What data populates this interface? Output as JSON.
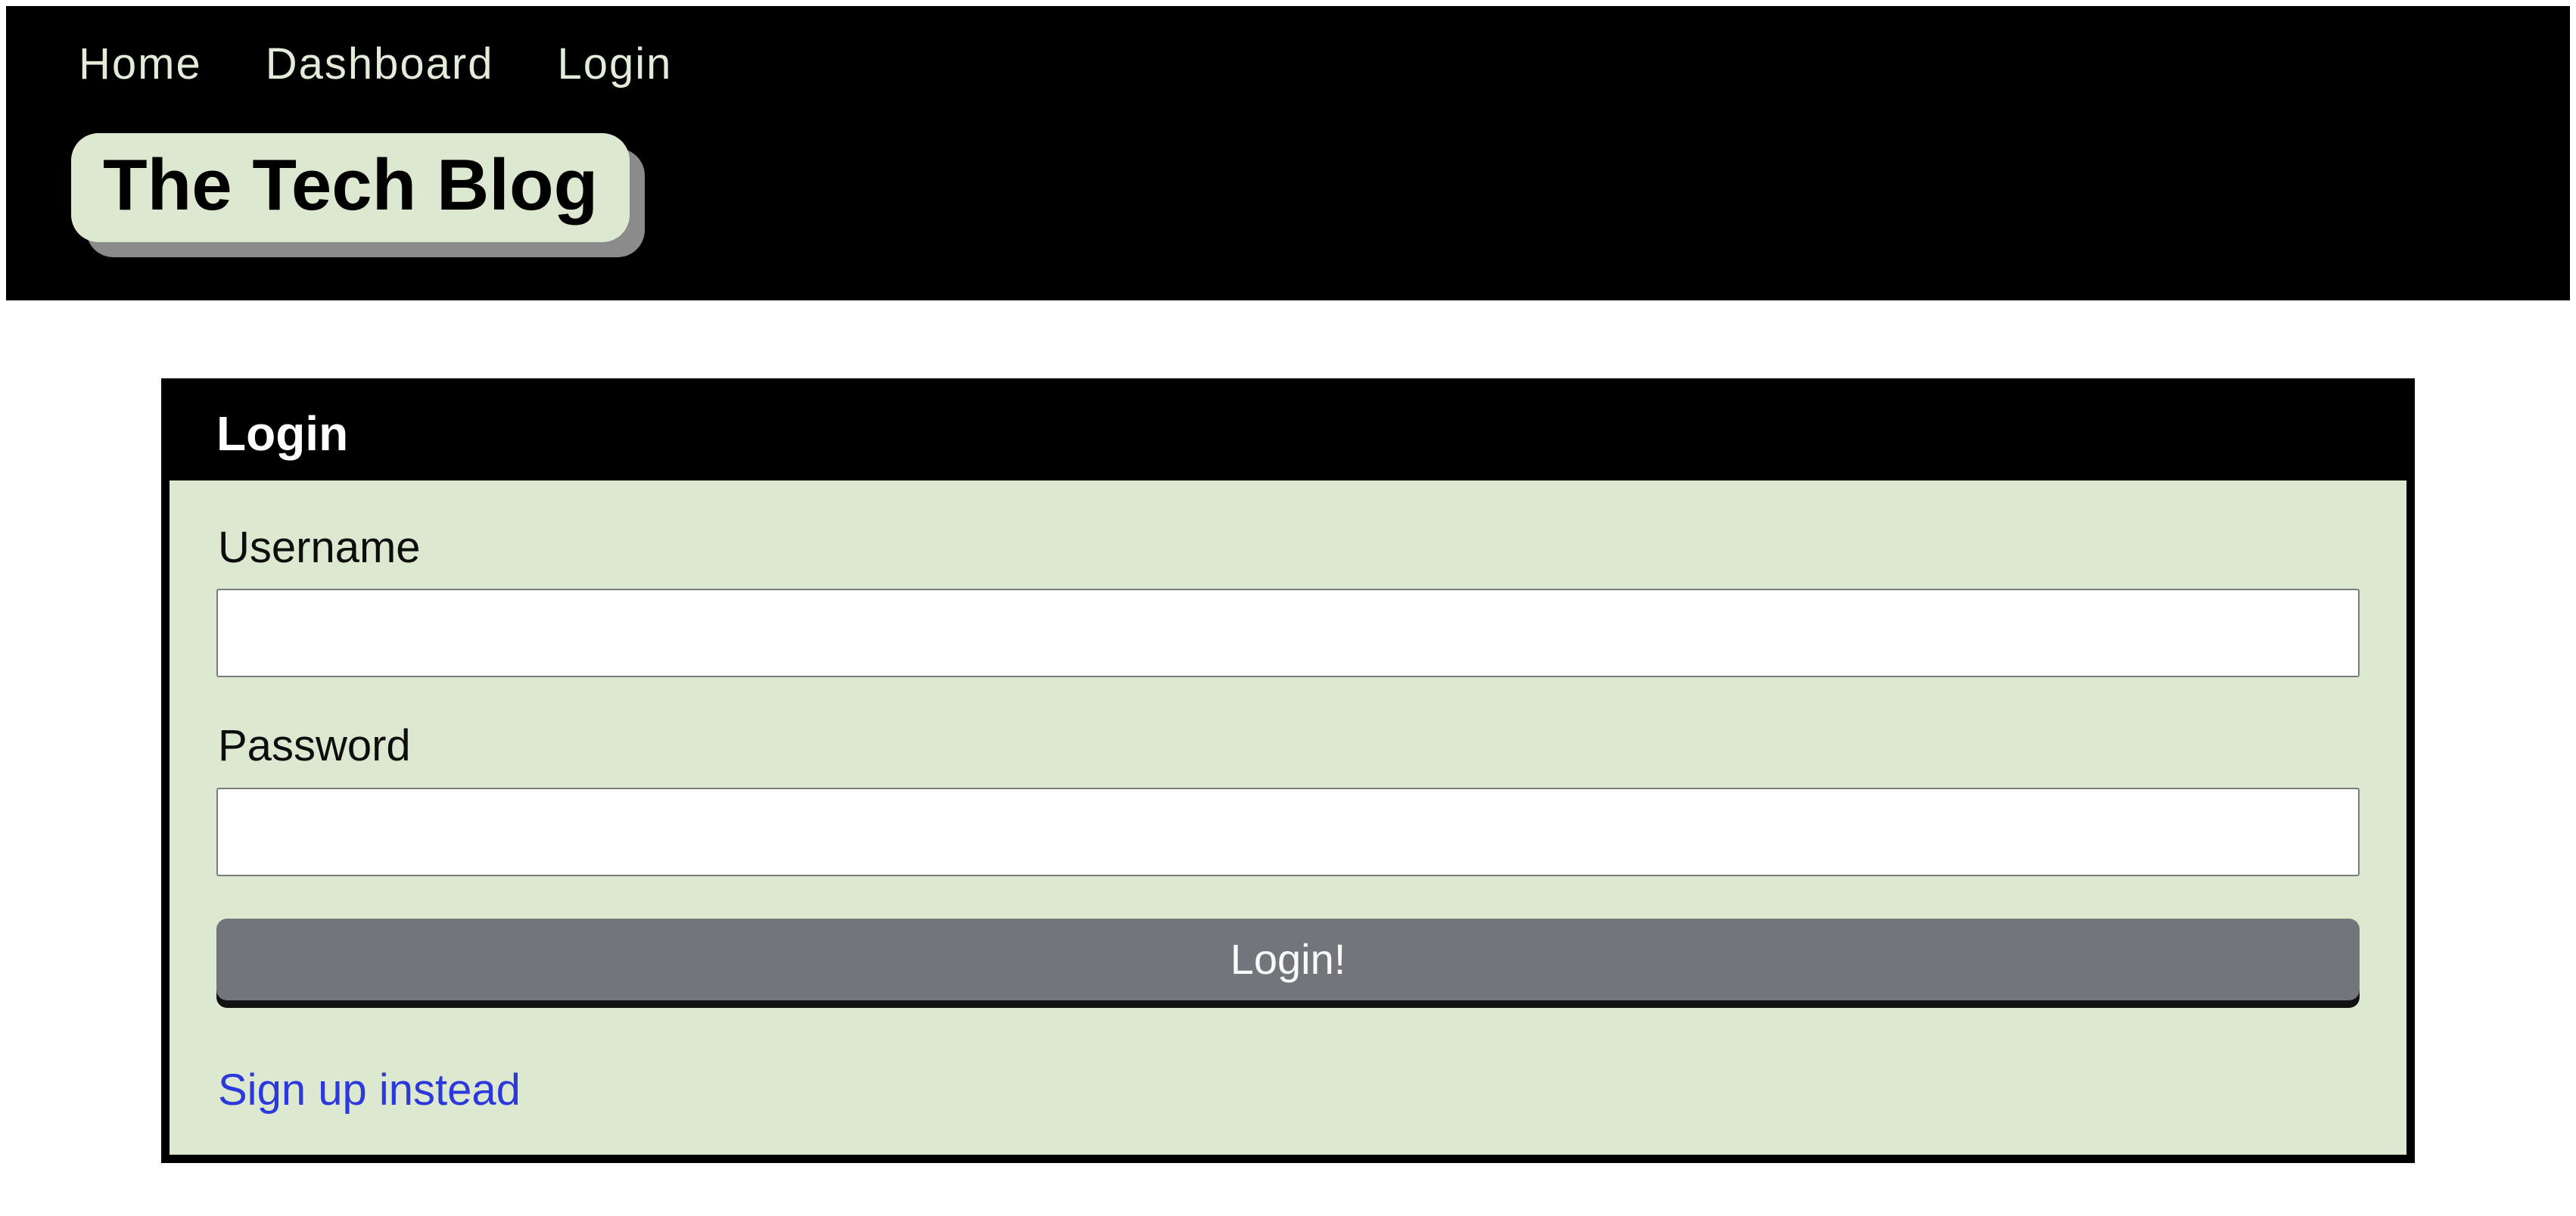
{
  "page": {
    "background_color": "#ffffff"
  },
  "header": {
    "background_color": "#000000",
    "nav": {
      "items": [
        {
          "label": "Home"
        },
        {
          "label": "Dashboard"
        },
        {
          "label": "Login"
        }
      ],
      "link_color": "#e3ecda"
    },
    "logo": {
      "text": "The Tech Blog",
      "background_color": "#dde8d0",
      "text_color": "#000000",
      "shadow_color": "#8b8b8b"
    }
  },
  "login_card": {
    "title": "Login",
    "title_color": "#ffffff",
    "header_background": "#000000",
    "body_background": "#dde8d0",
    "border_color": "#000000",
    "fields": [
      {
        "label": "Username",
        "value": "",
        "type": "text"
      },
      {
        "label": "Password",
        "value": "",
        "type": "password"
      }
    ],
    "submit_label": "Login!",
    "button_background": "#72767b",
    "button_shadow": "#121212",
    "button_text_color": "#fafafa",
    "signup_link": {
      "label": "Sign up instead",
      "color": "#2b38dc"
    }
  }
}
